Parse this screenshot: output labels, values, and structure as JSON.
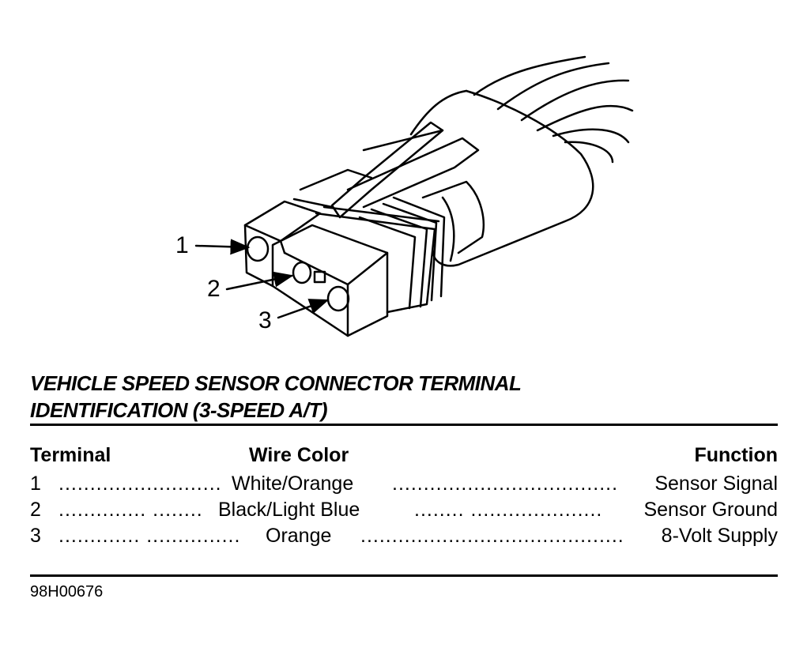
{
  "callouts": [
    "1",
    "2",
    "3"
  ],
  "title": {
    "line1": "VEHICLE SPEED SENSOR CONNECTOR TERMINAL",
    "line2": "IDENTIFICATION (3-SPEED A/T)"
  },
  "table": {
    "headers": {
      "terminal": "Terminal",
      "wire_color": "Wire Color",
      "function": "Function"
    },
    "rows": [
      {
        "terminal": "1",
        "wire_color": "White/Orange",
        "function": "Sensor Signal"
      },
      {
        "terminal": "2",
        "wire_color": "Black/Light Blue",
        "function": "Sensor Ground"
      },
      {
        "terminal": "3",
        "wire_color": "Orange",
        "function": "8-Volt Supply"
      }
    ]
  },
  "figure_id": "98H00676"
}
